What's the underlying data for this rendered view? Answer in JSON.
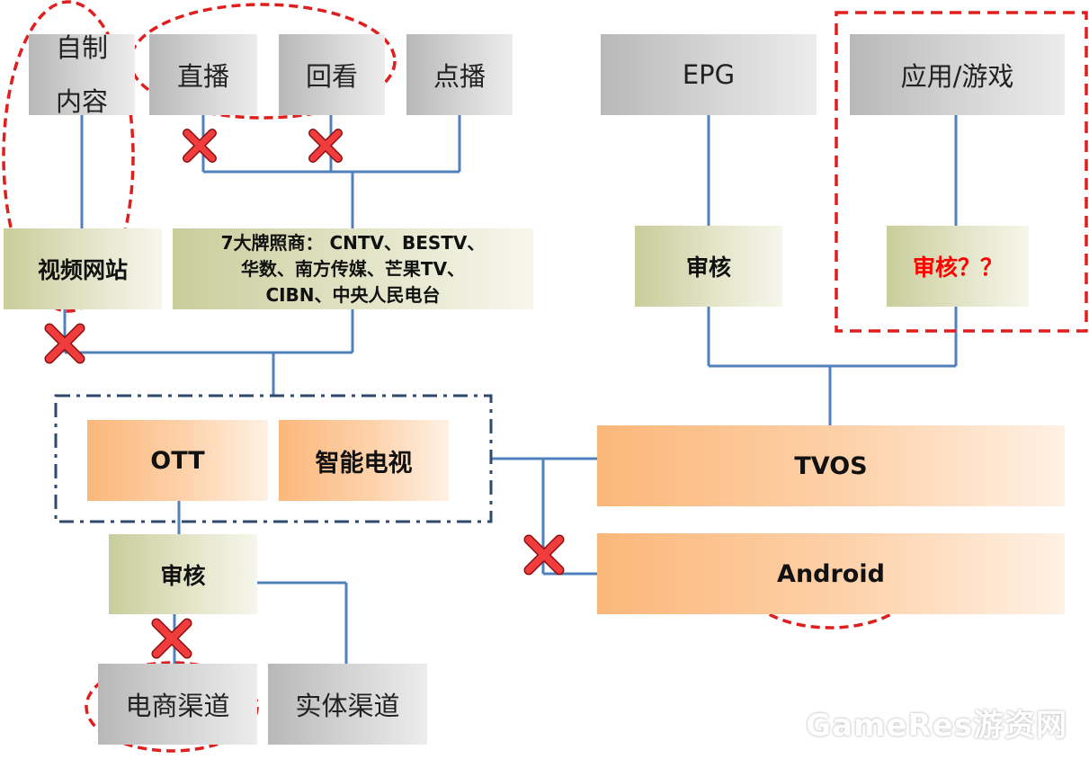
{
  "nodes": {
    "self_made_content": [
      "自制",
      "内容"
    ],
    "live": "直播",
    "replay": "回看",
    "vod": "点播",
    "epg": "EPG",
    "apps_games": "应用/游戏",
    "video_sites": "视频网站",
    "license_holders": [
      "7大牌照商： CNTV、BESTV、",
      "华数、南方传媒、芒果TV、",
      "CIBN、中央人民电台"
    ],
    "review_epg": "审核",
    "review_apps": "审核？？",
    "ott": "OTT",
    "smart_tv": "智能电视",
    "tvos": "TVOS",
    "android": "Android",
    "review_channel": "审核",
    "ecommerce_channel": "电商渠道",
    "physical_channel": "实体渠道"
  },
  "watermark": "GameRes游资网",
  "colors": {
    "line": "#4f81bd",
    "highlight": "#e01e1e",
    "group_border": "#2f4a6d",
    "warning_text": "#ff0000"
  }
}
